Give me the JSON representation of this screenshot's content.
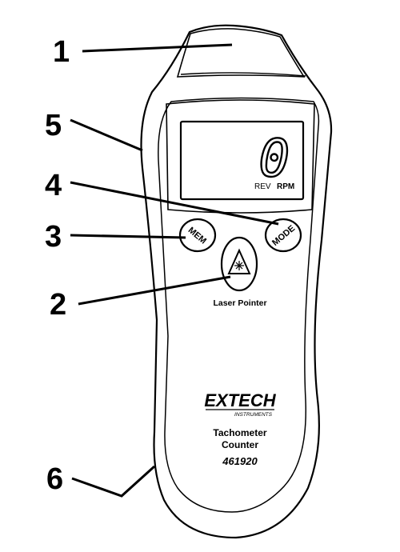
{
  "diagram": {
    "callouts": [
      "1",
      "2",
      "3",
      "4",
      "5",
      "6"
    ],
    "display": {
      "reading": "0",
      "rev_label": "REV",
      "rpm_label": "RPM"
    },
    "buttons": {
      "mem": "MEM",
      "mode": "MODE"
    },
    "laser_label": "Laser Pointer",
    "brand": {
      "name": "EXTECH",
      "sub": "INSTRUMENTS"
    },
    "product": {
      "line1": "Tachometer",
      "line2": "Counter",
      "model": "461920"
    }
  }
}
